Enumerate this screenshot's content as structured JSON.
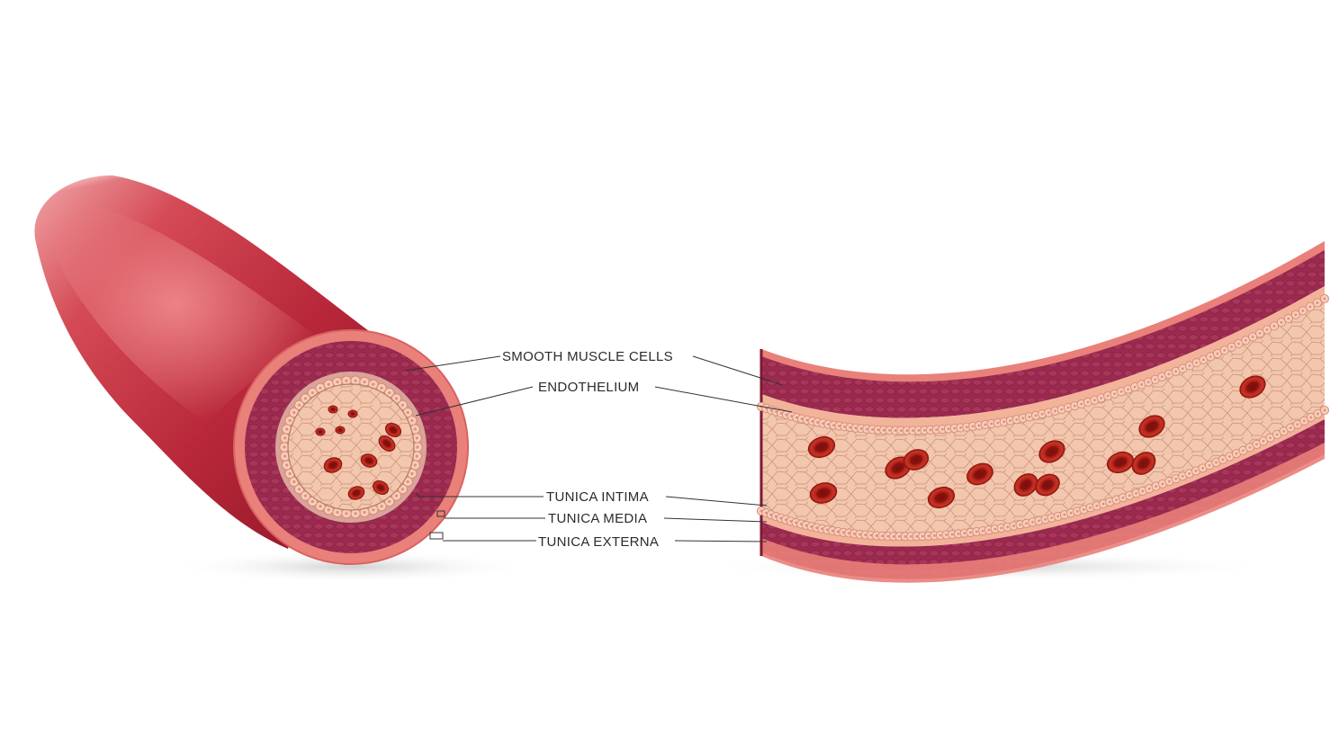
{
  "labels": {
    "smooth_muscle_cells": "SMOOTH MUSCLE CELLS",
    "endothelium": "ENDOTHELIUM",
    "tunica_intima": "TUNICA INTIMA",
    "tunica_media": "TUNICA MEDIA",
    "tunica_externa": "TUNICA EXTERNA"
  },
  "colors": {
    "vessel_outer": "#b8283a",
    "vessel_highlight": "#ec7c80",
    "externa": "#e9807a",
    "media": "#9a2a4e",
    "intima": "#f2b39a",
    "endothelium_cells": "#f6c6b3",
    "lumen": "#f2c7ae",
    "red_blood_cell": "#b8241c"
  }
}
